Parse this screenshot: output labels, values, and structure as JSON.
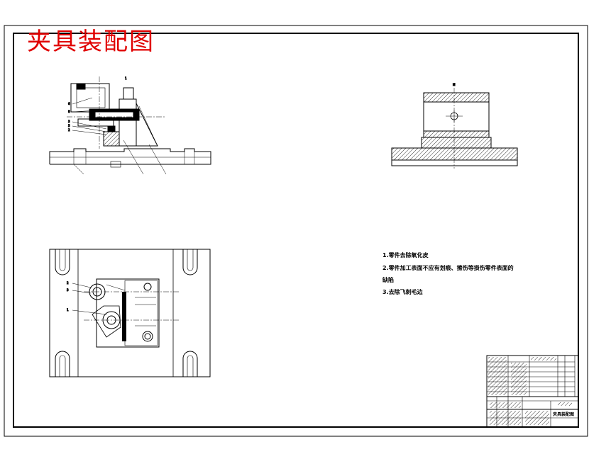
{
  "drawing": {
    "title": "夹具装配图",
    "notes": [
      "1.零件去除氧化皮",
      "2.零件加工表面不应有划痕、擦伤等损伤零件表面的",
      "缺陷",
      "3.去除飞刺毛边"
    ],
    "title_block": {
      "drawing_name": "夹具装配图"
    }
  }
}
